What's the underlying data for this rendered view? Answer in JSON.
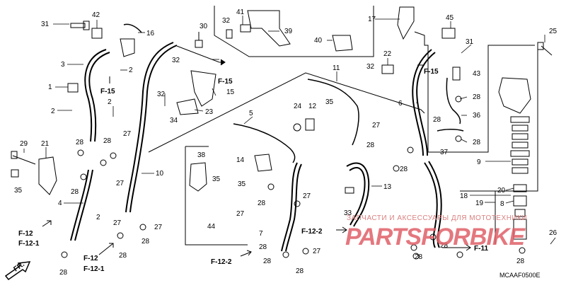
{
  "labels": [
    {
      "id": "c31a",
      "text": "31"
    },
    {
      "id": "c42",
      "text": "42"
    },
    {
      "id": "c16",
      "text": "16"
    },
    {
      "id": "c30",
      "text": "30"
    },
    {
      "id": "c3",
      "text": "3"
    },
    {
      "id": "c2a",
      "text": "2"
    },
    {
      "id": "c1",
      "text": "1"
    },
    {
      "id": "c2b",
      "text": "2"
    },
    {
      "id": "c2c",
      "text": "2"
    },
    {
      "id": "c29",
      "text": "29"
    },
    {
      "id": "c21",
      "text": "21"
    },
    {
      "id": "c35a",
      "text": "35"
    },
    {
      "id": "c28a",
      "text": "28"
    },
    {
      "id": "c28b",
      "text": "28"
    },
    {
      "id": "c28c",
      "text": "28"
    },
    {
      "id": "c27a",
      "text": "27"
    },
    {
      "id": "c27b",
      "text": "27"
    },
    {
      "id": "c4",
      "text": "4"
    },
    {
      "id": "c10",
      "text": "10"
    },
    {
      "id": "c2d",
      "text": "2"
    },
    {
      "id": "c27c",
      "text": "27"
    },
    {
      "id": "c27d",
      "text": "27"
    },
    {
      "id": "c28d",
      "text": "28"
    },
    {
      "id": "c28e",
      "text": "28"
    },
    {
      "id": "c28f",
      "text": "28"
    },
    {
      "id": "c32a",
      "text": "32"
    },
    {
      "id": "c32b",
      "text": "32"
    },
    {
      "id": "c15",
      "text": "15"
    },
    {
      "id": "c23",
      "text": "23"
    },
    {
      "id": "c34",
      "text": "34"
    },
    {
      "id": "c32c",
      "text": "32"
    },
    {
      "id": "c41",
      "text": "41"
    },
    {
      "id": "c39",
      "text": "39"
    },
    {
      "id": "c17",
      "text": "17"
    },
    {
      "id": "c45",
      "text": "45"
    },
    {
      "id": "c40",
      "text": "40"
    },
    {
      "id": "c22",
      "text": "22"
    },
    {
      "id": "c31b",
      "text": "31"
    },
    {
      "id": "c25",
      "text": "25"
    },
    {
      "id": "c11",
      "text": "11"
    },
    {
      "id": "c32d",
      "text": "32"
    },
    {
      "id": "c43",
      "text": "43"
    },
    {
      "id": "c5",
      "text": "5"
    },
    {
      "id": "c24",
      "text": "24"
    },
    {
      "id": "c12",
      "text": "12"
    },
    {
      "id": "c35b",
      "text": "35"
    },
    {
      "id": "c6",
      "text": "6"
    },
    {
      "id": "c28g",
      "text": "28"
    },
    {
      "id": "c28h",
      "text": "28"
    },
    {
      "id": "c36",
      "text": "36"
    },
    {
      "id": "c27e",
      "text": "27"
    },
    {
      "id": "c28i",
      "text": "28"
    },
    {
      "id": "c28j",
      "text": "28"
    },
    {
      "id": "c37",
      "text": "37"
    },
    {
      "id": "c9",
      "text": "9"
    },
    {
      "id": "c38",
      "text": "38"
    },
    {
      "id": "c14",
      "text": "14"
    },
    {
      "id": "c35c",
      "text": "35"
    },
    {
      "id": "c35d",
      "text": "35"
    },
    {
      "id": "c28k",
      "text": "28"
    },
    {
      "id": "c27f",
      "text": "27"
    },
    {
      "id": "c44",
      "text": "44"
    },
    {
      "id": "c27g",
      "text": "27"
    },
    {
      "id": "c13",
      "text": "13"
    },
    {
      "id": "c33",
      "text": "33"
    },
    {
      "id": "c28l",
      "text": "28"
    },
    {
      "id": "c18",
      "text": "18"
    },
    {
      "id": "c19",
      "text": "19"
    },
    {
      "id": "c20",
      "text": "20"
    },
    {
      "id": "c8",
      "text": "8"
    },
    {
      "id": "c7",
      "text": "7"
    },
    {
      "id": "c28m",
      "text": "28"
    },
    {
      "id": "c27h",
      "text": "27"
    },
    {
      "id": "c28n",
      "text": "28"
    },
    {
      "id": "c28o",
      "text": "28"
    },
    {
      "id": "c28p",
      "text": "28"
    },
    {
      "id": "c26",
      "text": "26"
    },
    {
      "id": "c28q",
      "text": "28"
    },
    {
      "id": "c28r",
      "text": "28"
    }
  ],
  "refs": [
    {
      "id": "r1",
      "text": "F-15"
    },
    {
      "id": "r2",
      "text": "F-15"
    },
    {
      "id": "r3",
      "text": "F-15"
    },
    {
      "id": "r4",
      "text": "F-12"
    },
    {
      "id": "r5",
      "text": "F-12-1"
    },
    {
      "id": "r6",
      "text": "F-12"
    },
    {
      "id": "r7",
      "text": "F-12-1"
    },
    {
      "id": "r8",
      "text": "F-12-2"
    },
    {
      "id": "r9",
      "text": "F-12-2"
    },
    {
      "id": "r10",
      "text": "F-11"
    },
    {
      "id": "r11",
      "text": "FR."
    }
  ],
  "watermark": {
    "line1": "ЗАПЧАСТИ И АКСЕССУАРЫ ДЛЯ МОТОТЕХНИКИ",
    "line2": "PARTSFORBIKE"
  },
  "diagram_code": "MCAAF0500E",
  "colors": {
    "ink": "#000000",
    "watermark": "#e06068"
  }
}
